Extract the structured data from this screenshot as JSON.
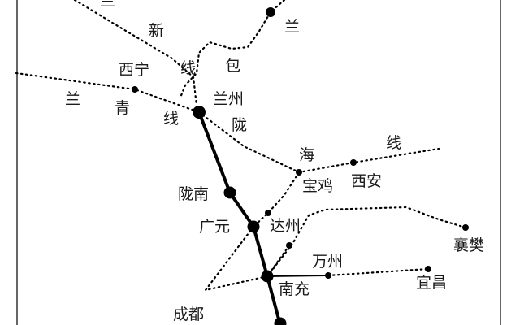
{
  "colors": {
    "line": "#000000",
    "text": "#1a1a1a"
  },
  "labels": {
    "lan_top_left": "兰",
    "lan_top_right": "兰",
    "xin": "新",
    "xian_lanxin": "线",
    "bao": "包",
    "xining": "西宁",
    "lan_lanqing": "兰",
    "qing": "青",
    "xian_lanqing": "线",
    "lanzhou": "兰州",
    "long": "陇",
    "hai": "海",
    "xian_longhai": "线",
    "baoji": "宝鸡",
    "xian": "西安",
    "longnan": "陇南",
    "guangyuan": "广元",
    "dazhou": "达州",
    "xiangfan": "襄樊",
    "wanzhou": "万州",
    "yichang": "宜昌",
    "nanchong": "南充",
    "chengdu": "成都"
  }
}
